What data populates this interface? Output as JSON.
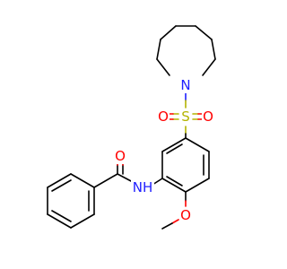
{
  "atom_labels": {
    "azepane_n": "N",
    "sulfonyl_s": "S",
    "sulfonyl_o_left": "O",
    "sulfonyl_o_right": "O",
    "carbonyl_o": "O",
    "amide_nh": "NH",
    "methoxy_o": "O"
  },
  "colors": {
    "carbon": "#000000",
    "nitrogen": "#1f1fff",
    "oxygen": "#ff0000",
    "sulfur": "#b3b300"
  }
}
